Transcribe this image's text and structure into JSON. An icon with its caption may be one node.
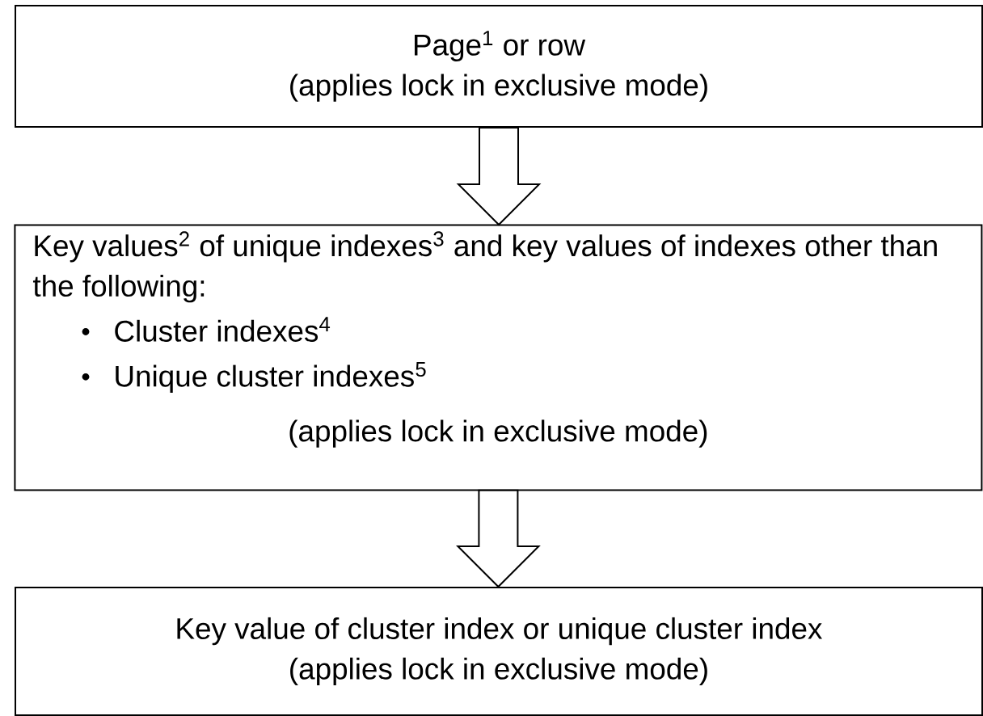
{
  "diagram": {
    "nodes": [
      {
        "text": [
          "Page$^{1}$ or row",
          "(applies lock in exclusive mode)"
        ]
      },
      {
        "text": [
          "Key values$^{2}$ of unique indexes$^{3}$ and key values of indexes other than the following:",
          "Cluster indexes$^{4}$",
          "Unique cluster indexes$^{5}$",
          "(applies lock in exclusive mode)"
        ]
      },
      {
        "text": [
          "Key value of cluster index or unique cluster index",
          "(applies lock in exclusive mode)"
        ]
      }
    ],
    "edges": [
      {
        "from": 0,
        "to": 1,
        "arrow": "to"
      },
      {
        "from": 1,
        "to": 2,
        "arrow": "to"
      }
    ]
  }
}
